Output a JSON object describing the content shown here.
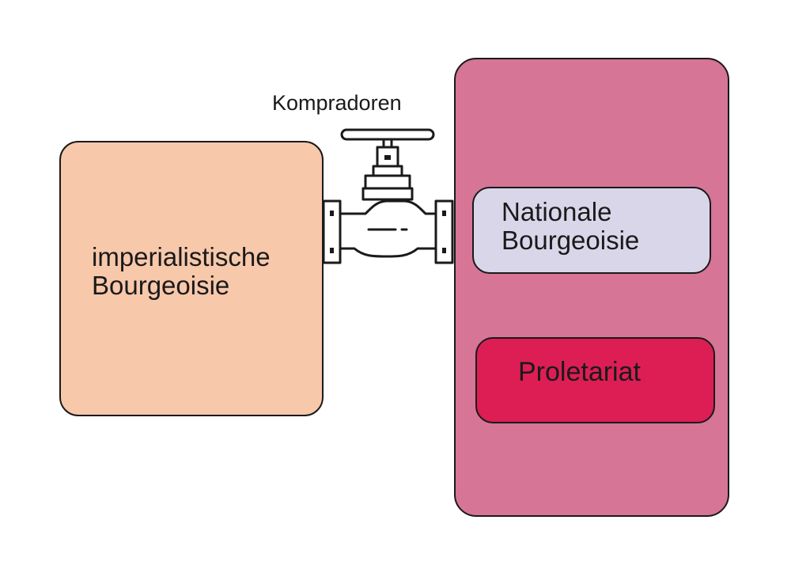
{
  "diagram": {
    "left_box": {
      "line1": "imperialistische",
      "line2": "Bourgeoisie",
      "fill": "#f8c8ab"
    },
    "valve": {
      "label": "Kompradoren"
    },
    "right_box": {
      "fill": "#d67596",
      "national": {
        "line1": "Nationale",
        "line2": "Bourgeoisie",
        "fill": "#d9d6ea"
      },
      "proletariat": {
        "label": "Proletariat",
        "fill": "#dc1e55"
      }
    },
    "stroke_color": "#1a1a1a"
  }
}
